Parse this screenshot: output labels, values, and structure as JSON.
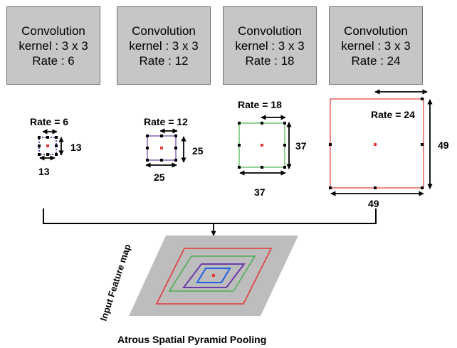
{
  "conv_boxes": [
    {
      "title": "Convolution",
      "kernel": "kernel : 3 x 3",
      "rate": "Rate : 6"
    },
    {
      "title": "Convolution",
      "kernel": "kernel : 3 x 3",
      "rate": "Rate : 12"
    },
    {
      "title": "Convolution",
      "kernel": "kernel : 3 x 3",
      "rate": "Rate : 18"
    },
    {
      "title": "Convolution",
      "kernel": "kernel : 3 x 3",
      "rate": "Rate : 24"
    }
  ],
  "kernels": [
    {
      "rate_label": "Rate = 6",
      "height": "13",
      "width": "13",
      "border_color": "#1a1a8c"
    },
    {
      "rate_label": "Rate = 12",
      "height": "25",
      "width": "25",
      "border_color": "#6a3aa8"
    },
    {
      "rate_label": "Rate = 18",
      "height": "37",
      "width": "37",
      "border_color": "#4caf50"
    },
    {
      "rate_label": "Rate = 24",
      "height": "49",
      "width": "49",
      "border_color": "#e53935"
    }
  ],
  "feature_map_label": "Input Feature map",
  "caption": "Atrous Spatial Pyramid Pooling",
  "colors": {
    "center_dot": "#e53935",
    "grid_dot": "#000000",
    "feature_map": "#bdbdbd"
  }
}
